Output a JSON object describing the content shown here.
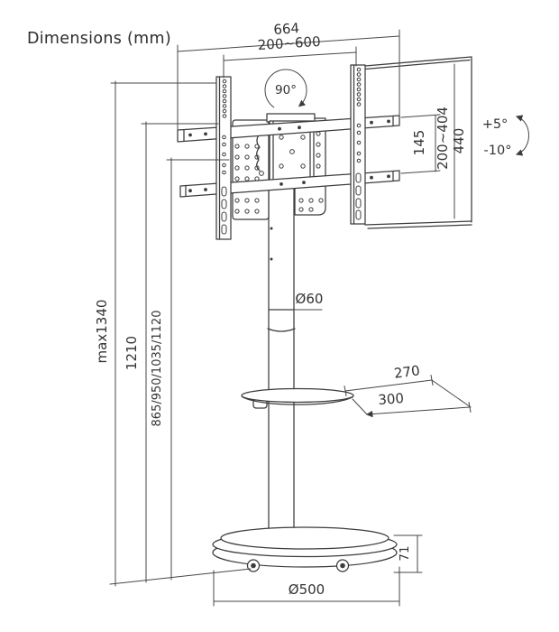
{
  "title": "Dimensions (mm)",
  "colors": {
    "line": "#3c3c3c",
    "text": "#333333",
    "background": "#ffffff"
  },
  "labels": {
    "width_full": "664",
    "width_range": "200~600",
    "swivel": "90°",
    "tilt_up": "+5°",
    "tilt_down": "-10°",
    "height_bracket": "440",
    "vesa_range": "200~404",
    "vesa_fixed": "145",
    "height_max": "max1340",
    "height_total": "1210",
    "height_positions": "865/950/1035/1120",
    "pole_diameter": "Ø60",
    "shelf_depth": "270",
    "shelf_width": "300",
    "base_diameter": "Ø500",
    "base_height": "71"
  }
}
